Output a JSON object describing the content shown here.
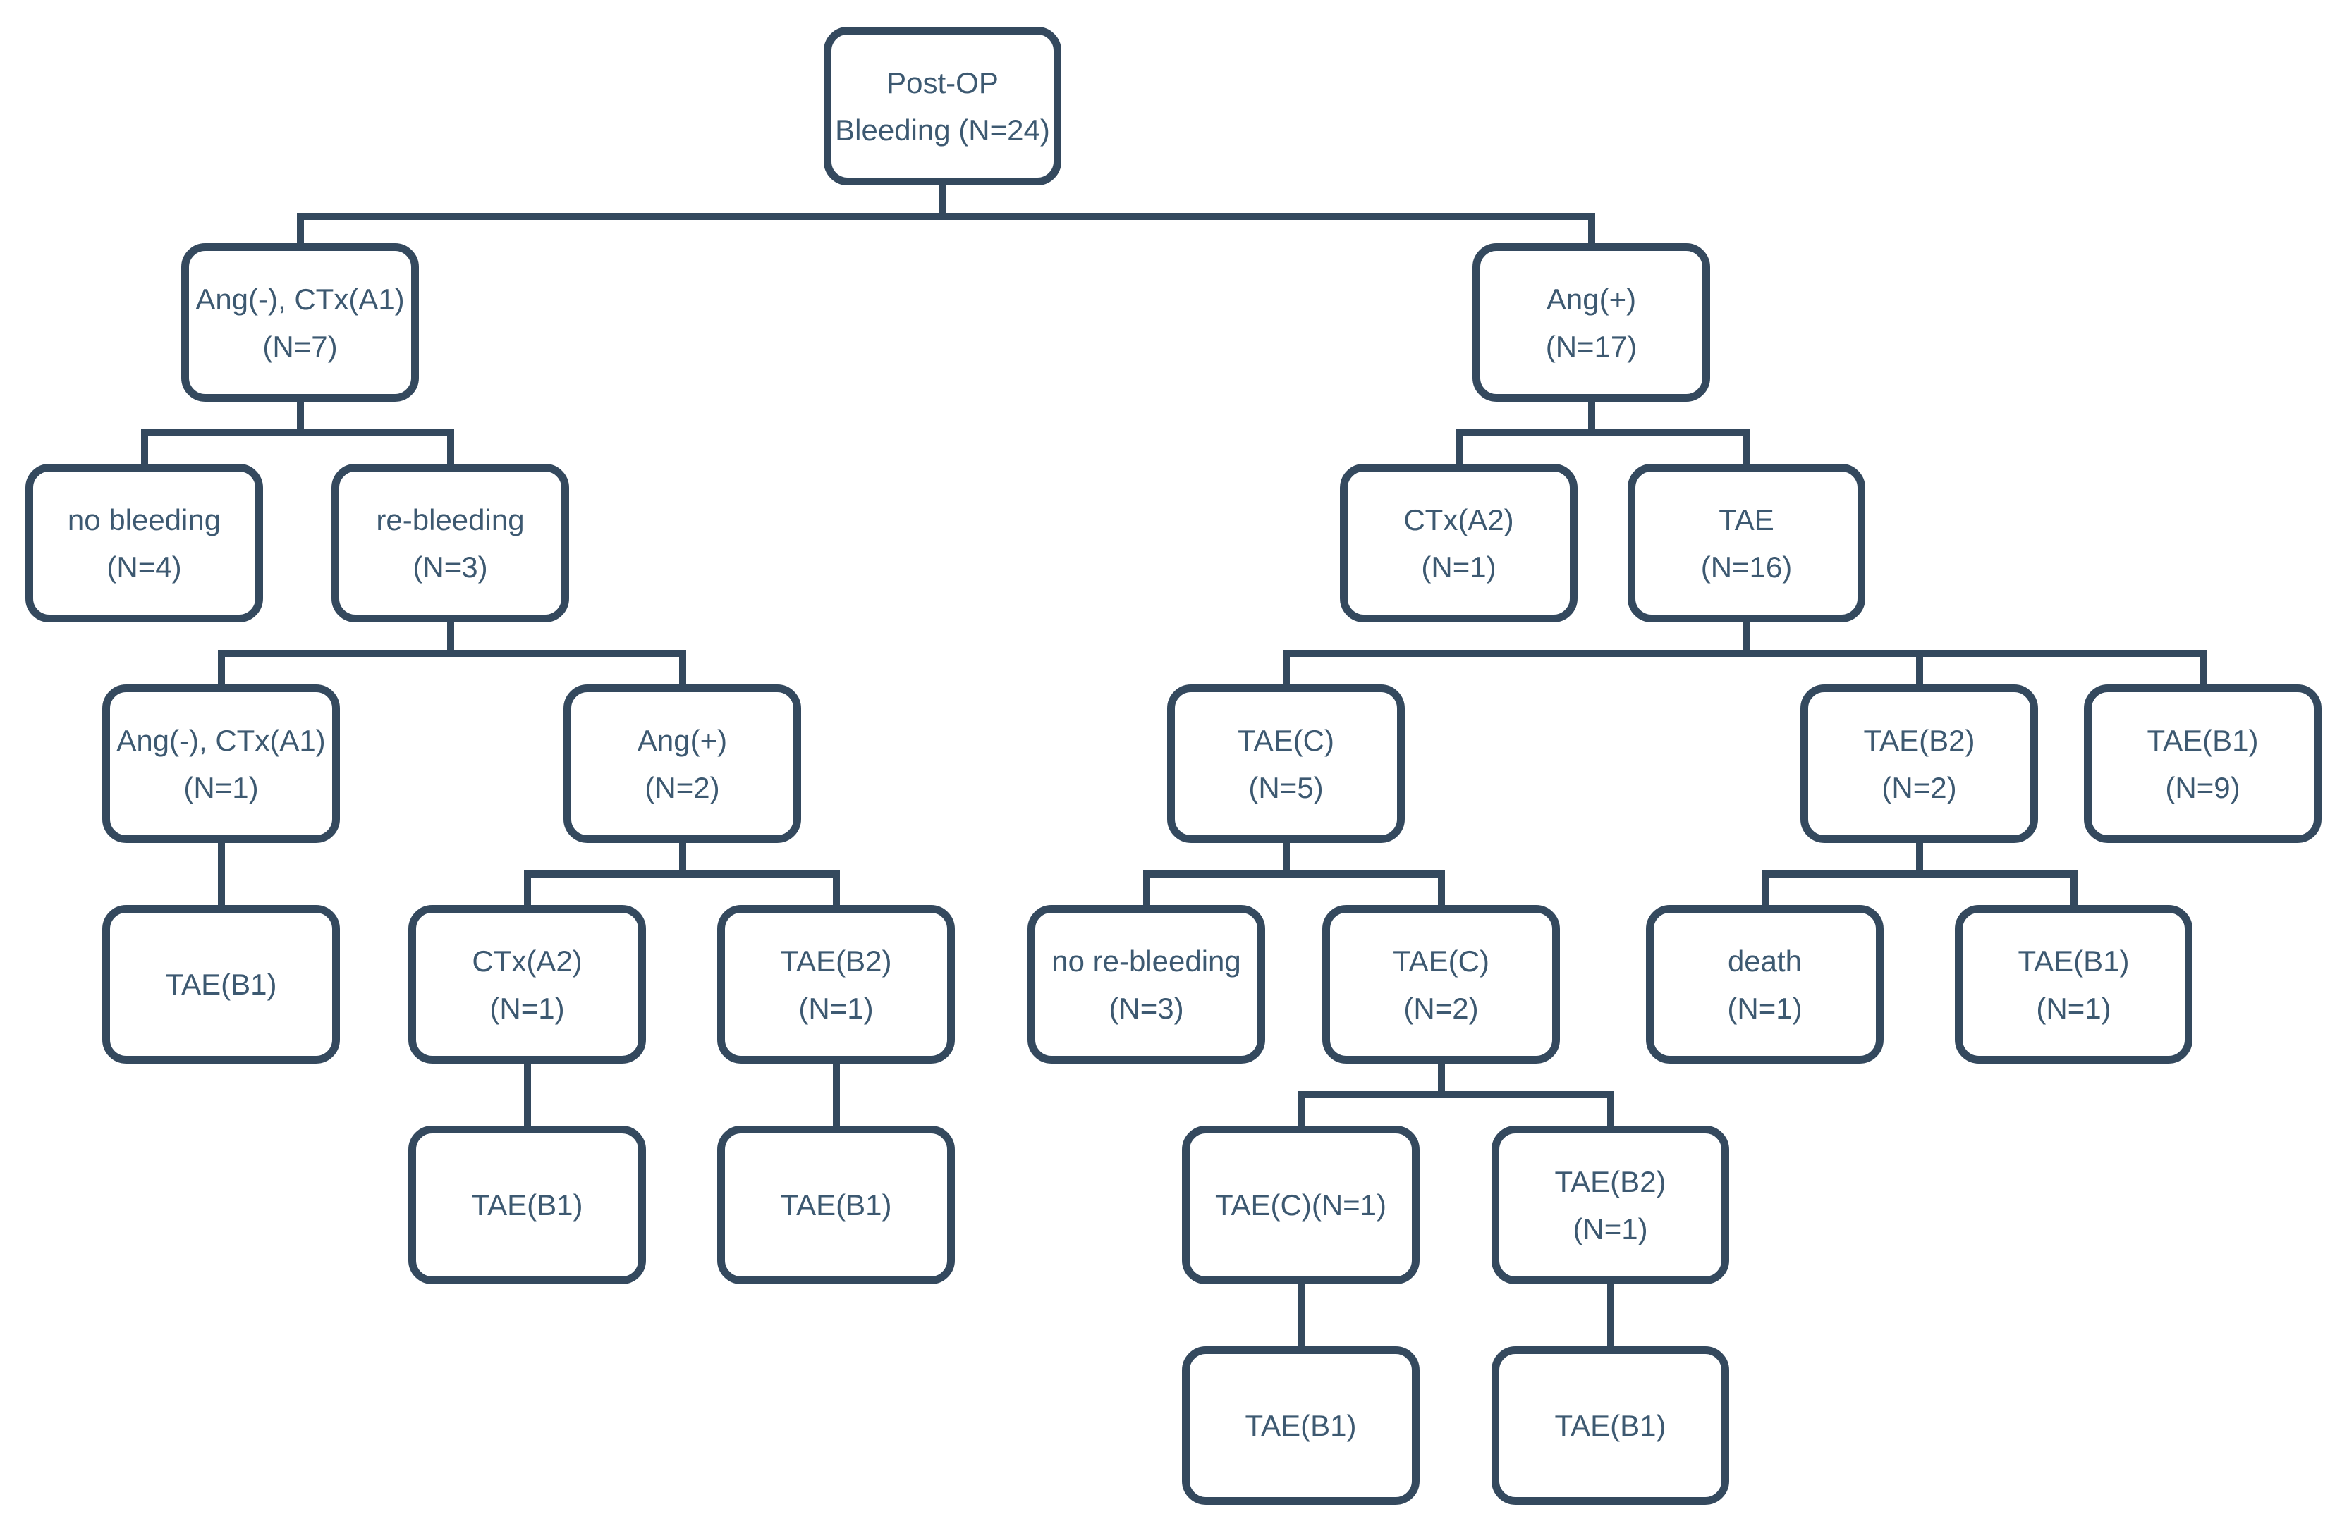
{
  "colors": {
    "line": "#34495E",
    "text": "#3D5971",
    "background": "#FFFFFF"
  },
  "diagram": {
    "type": "tree-flowchart",
    "nodes": {
      "root": {
        "l1": "Post-OP",
        "l2": "Bleeding (N=24)",
        "n": 24
      },
      "angNegA1n7": {
        "l1": "Ang(-), CTx(A1)",
        "l2": "(N=7)",
        "n": 7
      },
      "angPosN17": {
        "l1": "Ang(+)",
        "l2": "(N=17)",
        "n": 17
      },
      "noBleeding": {
        "l1": "no bleeding",
        "l2": "(N=4)",
        "n": 4
      },
      "reBleeding": {
        "l1": "re-bleeding",
        "l2": "(N=3)",
        "n": 3
      },
      "ctxA2n1R": {
        "l1": "CTx(A2)",
        "l2": "(N=1)",
        "n": 1
      },
      "taeN16": {
        "l1": "TAE",
        "l2": "(N=16)",
        "n": 16
      },
      "angNegA1n1": {
        "l1": "Ang(-), CTx(A1)",
        "l2": "(N=1)",
        "n": 1
      },
      "angPosN2": {
        "l1": "Ang(+)",
        "l2": "(N=2)",
        "n": 2
      },
      "taeCn5": {
        "l1": "TAE(C)",
        "l2": "(N=5)",
        "n": 5
      },
      "taeB2n2": {
        "l1": "TAE(B2)",
        "l2": "(N=2)",
        "n": 2
      },
      "taeB1n9": {
        "l1": "TAE(B1)",
        "l2": "(N=9)",
        "n": 9
      },
      "taeB1a": {
        "l1": "TAE(B1)"
      },
      "ctxA2n1L": {
        "l1": "CTx(A2)",
        "l2": "(N=1)",
        "n": 1
      },
      "taeB2n1L": {
        "l1": "TAE(B2)",
        "l2": "(N=1)",
        "n": 1
      },
      "noReBleeding": {
        "l1": "no re-bleeding",
        "l2": "(N=3)",
        "n": 3
      },
      "taeCn2": {
        "l1": "TAE(C)",
        "l2": "(N=2)",
        "n": 2
      },
      "death": {
        "l1": "death",
        "l2": "(N=1)",
        "n": 1
      },
      "taeB1n1": {
        "l1": "TAE(B1)",
        "l2": "(N=1)",
        "n": 1
      },
      "taeB1b": {
        "l1": "TAE(B1)"
      },
      "taeB1c": {
        "l1": "TAE(B1)"
      },
      "taeCn1": {
        "l1": "TAE(C)(N=1)",
        "n": 1
      },
      "taeB2n1R": {
        "l1": "TAE(B2)",
        "l2": "(N=1)",
        "n": 1
      },
      "taeB1d": {
        "l1": "TAE(B1)"
      },
      "taeB1e": {
        "l1": "TAE(B1)"
      }
    },
    "edges": [
      {
        "parent": "root",
        "children": [
          "angNegA1n7",
          "angPosN17"
        ]
      },
      {
        "parent": "angNegA1n7",
        "children": [
          "noBleeding",
          "reBleeding"
        ]
      },
      {
        "parent": "angPosN17",
        "children": [
          "ctxA2n1R",
          "taeN16"
        ]
      },
      {
        "parent": "reBleeding",
        "children": [
          "angNegA1n1",
          "angPosN2"
        ]
      },
      {
        "parent": "taeN16",
        "children": [
          "taeCn5",
          "taeB2n2",
          "taeB1n9"
        ]
      },
      {
        "parent": "angNegA1n1",
        "children": [
          "taeB1a"
        ]
      },
      {
        "parent": "angPosN2",
        "children": [
          "ctxA2n1L",
          "taeB2n1L"
        ]
      },
      {
        "parent": "taeCn5",
        "children": [
          "noReBleeding",
          "taeCn2"
        ]
      },
      {
        "parent": "taeB2n2",
        "children": [
          "death",
          "taeB1n1"
        ]
      },
      {
        "parent": "ctxA2n1L",
        "children": [
          "taeB1b"
        ]
      },
      {
        "parent": "taeB2n1L",
        "children": [
          "taeB1c"
        ]
      },
      {
        "parent": "taeCn2",
        "children": [
          "taeCn1",
          "taeB2n1R"
        ]
      },
      {
        "parent": "taeCn1",
        "children": [
          "taeB1d"
        ]
      },
      {
        "parent": "taeB2n1R",
        "children": [
          "taeB1e"
        ]
      }
    ]
  }
}
